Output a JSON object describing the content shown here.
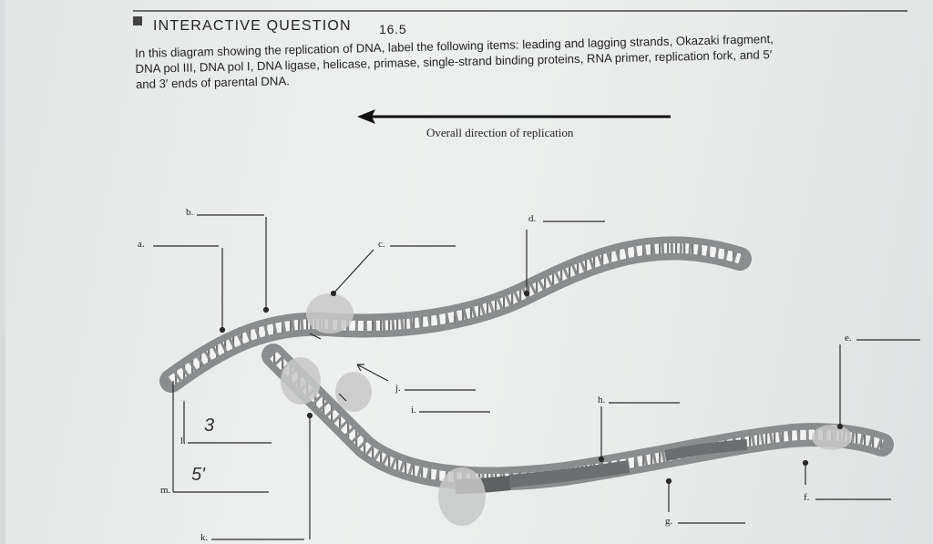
{
  "header": {
    "title": "INTERACTIVE QUESTION",
    "number": "16.5"
  },
  "instructions": {
    "line1": "In this diagram showing the replication of DNA, label the following items: leading and lagging strands, Okazaki fragment,",
    "line2": "DNA pol III, DNA pol I, DNA ligase, helicase, primase, single-strand binding proteins, RNA primer, replication fork, and 5′",
    "line3": "and 3′ ends of parental DNA."
  },
  "diagram": {
    "direction_label": "Overall direction of replication",
    "labels": {
      "a": "a.",
      "b": "b.",
      "c": "c.",
      "d": "d.",
      "e": "e.",
      "f": "f.",
      "g": "g.",
      "h": "h.",
      "i": "i.",
      "j": "j.",
      "k": "k.",
      "l": "l.",
      "m": "m."
    },
    "handwritten": {
      "l_answer": "3",
      "m_answer": "5'"
    },
    "colors": {
      "strand": "#8a8d8e",
      "rna_primer": "#5e6162",
      "ink": "#2a2a2a"
    }
  }
}
